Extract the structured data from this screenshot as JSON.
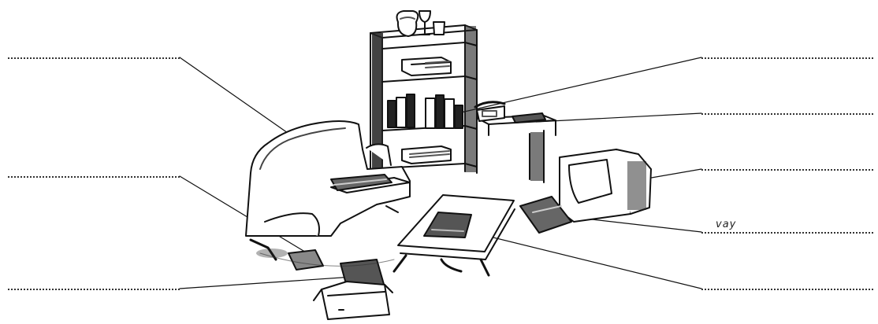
{
  "worksheet": {
    "blanks": [
      {
        "id": "blank-left-1",
        "answer": ""
      },
      {
        "id": "blank-left-2",
        "answer": ""
      },
      {
        "id": "blank-left-3",
        "answer": ""
      },
      {
        "id": "blank-right-1",
        "answer": ""
      },
      {
        "id": "blank-right-2",
        "answer": ""
      },
      {
        "id": "blank-right-3",
        "answer": ""
      },
      {
        "id": "blank-right-4",
        "answer": "vay"
      },
      {
        "id": "blank-right-5",
        "answer": ""
      }
    ]
  }
}
